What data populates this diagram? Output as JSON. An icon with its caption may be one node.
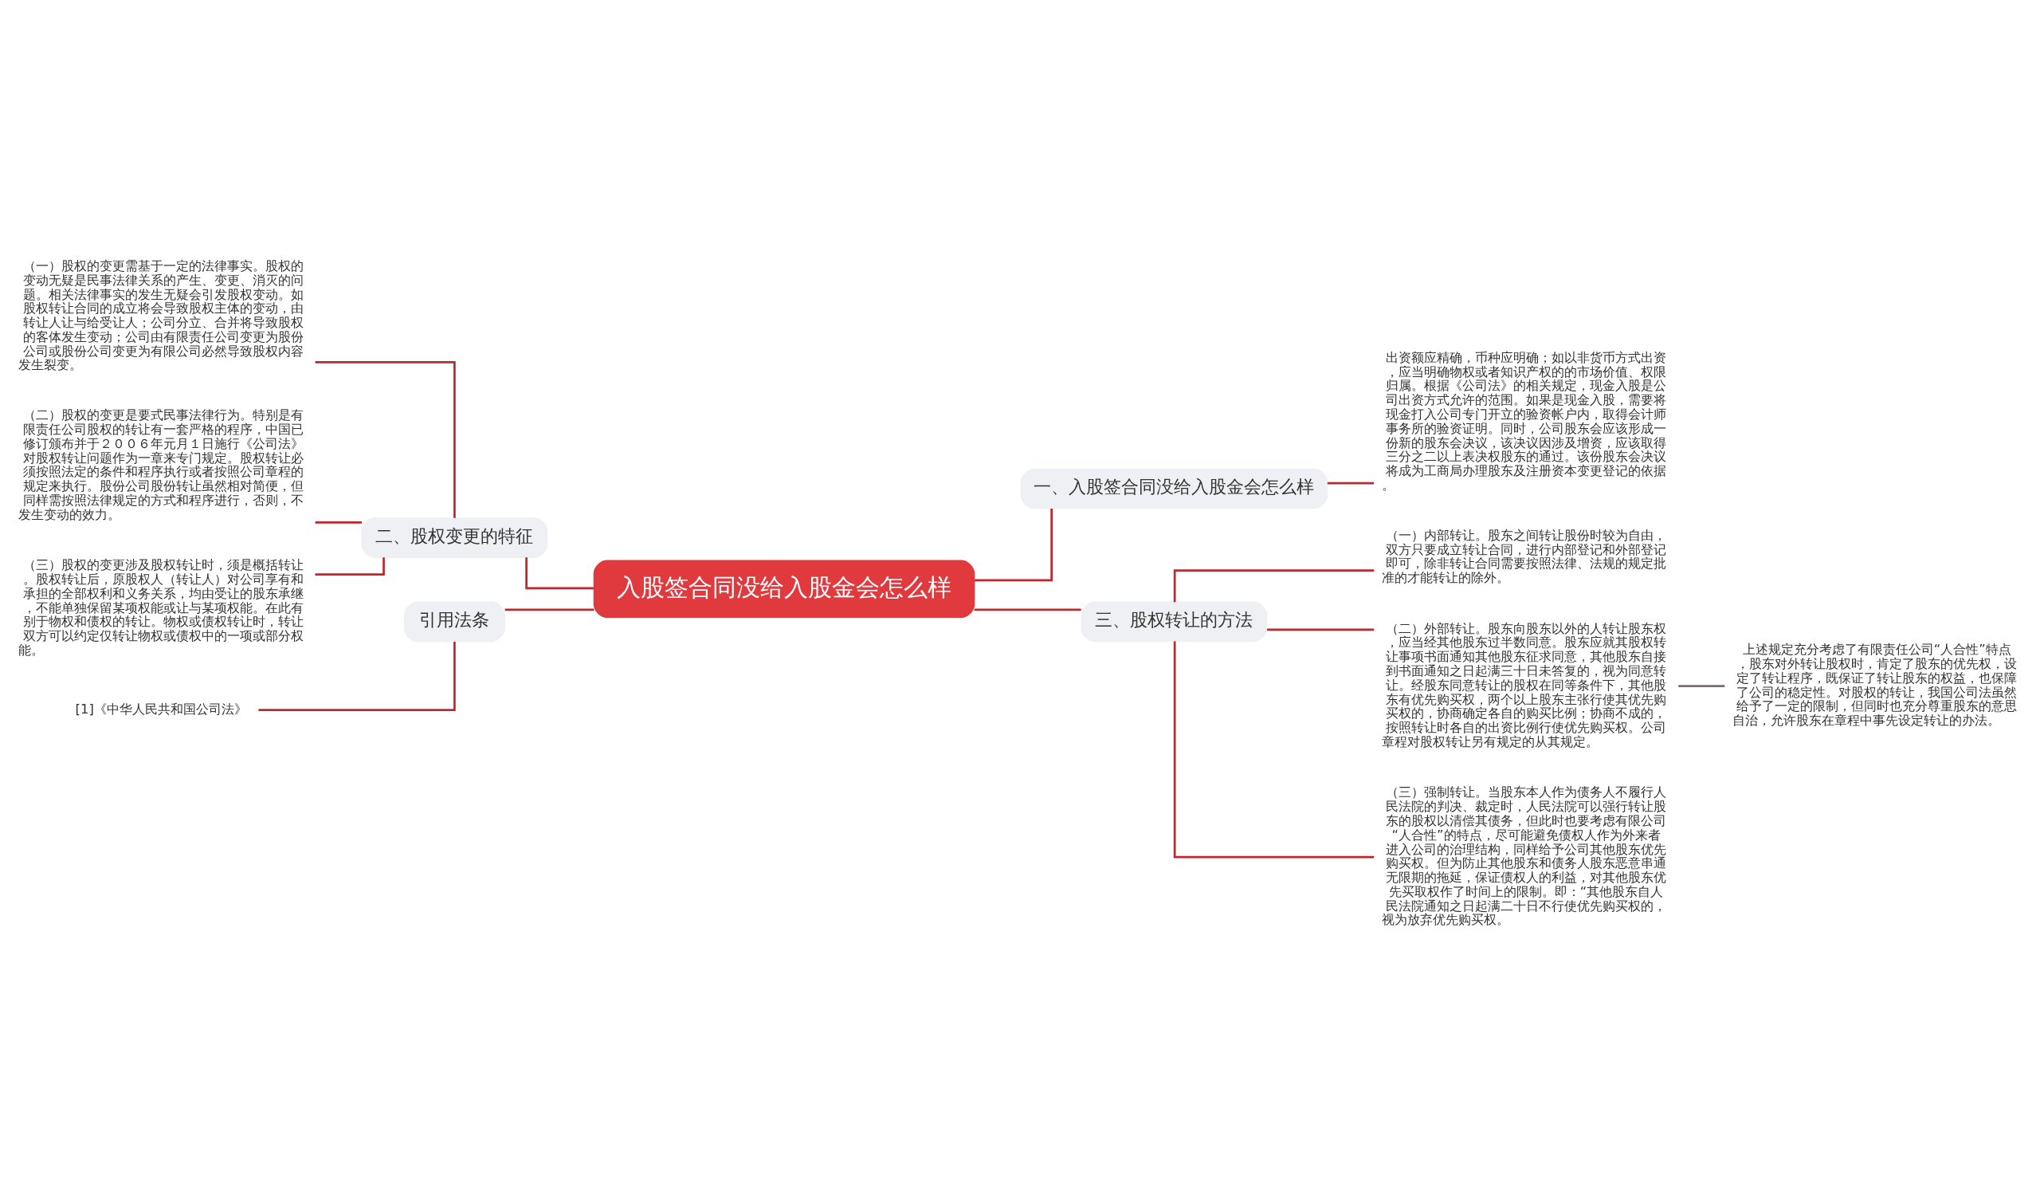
{
  "diagram": {
    "nodes": [
      {
        "text": [
          "入股签合同没给入股金会怎么样"
        ]
      },
      {
        "text": [
          "一、入股签合同没给入股金会怎么样"
        ]
      },
      {
        "text": [
          "出资额应精确，币种应明确；如以非货币方式出资，应当明确物权或者知识产权的的市场价值、权限归属。根据《公司法》的相关规定，现金入股是公司出资方式允许的范围。如果是现金入股，需要将现金打入公司专门开立的验资帐户内，取得会计师事务所的验资证明。同时，公司股东会应该形成一份新的股东会决议，该决议因涉及增资，应该取得三分之二以上表决权股东的通过。该份股东会决议将成为工商局办理股东及注册资本变更登记的依据。"
        ]
      },
      {
        "text": [
          "三、股权转让的方法"
        ]
      },
      {
        "text": [
          "（一）内部转让。股东之间转让股份时较为自由，双方只要成立转让合同，进行内部登记和外部登记即可，除非转让合同需要按照法律、法规的规定批准的才能转让的除外。"
        ]
      },
      {
        "text": [
          "（二）外部转让。股东向股东以外的人转让股东权，应当经其他股东过半数同意。股东应就其股权转让事项书面通知其他股东征求同意，其他股东自接到书面通知之日起满三十日未答复的，视为同意转让。经股东同意转让的股权在同等条件下，其他股东有优先购买权，两个以上股东主张行使其优先购买权的，协商确定各自的购买比例；协商不成的，按照转让时各自的出资比例行使优先购买权。公司章程对股权转让另有规定的从其规定。"
        ]
      },
      {
        "text": [
          "上述规定充分考虑了有限责任公司“人合性”特点，股东对外转让股权时，肯定了股东的优先权，设定了转让程序，既保证了转让股东的权益，也保障了公司的稳定性。对股权的转让，我国公司法虽然给予了一定的限制，但同时也充分尊重股东的意思自治，允许股东在章程中事先设定转让的办法。"
        ]
      },
      {
        "text": [
          "（三）强制转让。当股东本人作为债务人不履行人民法院的判决、裁定时，人民法院可以强行转让股东的股权以清偿其债务，但此时也要考虑有限公司“人合性”的特点，尽可能避免债权人作为外来者进入公司的治理结构，同样给予公司其他股东优先购买权。但为防止其他股东和债务人股东恶意串通无限期的拖延，保证债权人的利益，对其他股东优先买取权作了时间上的限制。即：“其他股东自人民法院通知之日起满二十日不行使优先购买权的，视为放弃优先购买权。"
        ]
      },
      {
        "text": [
          "二、股权变更的特征"
        ]
      },
      {
        "text": [
          "（一）股权的变更需基于一定的法律事实。股权的变动无疑是民事法律关系的产生、变更、消灭的问题。相关法律事实的发生无疑会引发股权变动。如股权转让合同的成立将会导致股权主体的变动，由转让人让与给受让人；公司分立、合并将导致股权的客体发生变动；公司由有限责任公司变更为股份公司或股份公司变更为有限公司必然导致股权内容发生裂变。"
        ]
      },
      {
        "text": [
          "（二）股权的变更是要式民事法律行为。特别是有限责任公司股权的转让有一套严格的程序，中国已修订颁布并于２００６年元月１日施行《公司法》对股权转让问题作为一章来专门规定。股权转让必须按照法定的条件和程序执行或者按照公司章程的规定来执行。股份公司股份转让虽然相对简便，但同样需按照法律规定的方式和程序进行，否则，不发生变动的效力。"
        ]
      },
      {
        "text": [
          "（三）股权的变更涉及股权转让时，须是概括转让。股权转让后，原股权人（转让人）对公司享有和承担的全部权利和义务关系，均由受让的股东承继，不能单独保留某项权能或让与某项权能。在此有别于物权和债权的转让。物权或债权转让时，转让双方可以约定仅转让物权或债权中的一项或部分权能。"
        ]
      },
      {
        "text": [
          "引用法条"
        ]
      },
      {
        "text": [
          "[1]《中华人民共和国公司法》"
        ]
      }
    ],
    "edges": [
      {
        "from": 0,
        "to": 1,
        "arrow": "none"
      },
      {
        "from": 1,
        "to": 2,
        "arrow": "none"
      },
      {
        "from": 0,
        "to": 3,
        "arrow": "none"
      },
      {
        "from": 3,
        "to": 4,
        "arrow": "none"
      },
      {
        "from": 3,
        "to": 5,
        "arrow": "none"
      },
      {
        "from": 5,
        "to": 6,
        "arrow": "none",
        "color": "#7d6b6b"
      },
      {
        "from": 3,
        "to": 7,
        "arrow": "none"
      },
      {
        "from": 0,
        "to": 8,
        "arrow": "none"
      },
      {
        "from": 8,
        "to": 9,
        "arrow": "none"
      },
      {
        "from": 8,
        "to": 10,
        "arrow": "none"
      },
      {
        "from": 8,
        "to": 11,
        "arrow": "none"
      },
      {
        "from": 0,
        "to": 12,
        "arrow": "none"
      },
      {
        "from": 12,
        "to": 13,
        "arrow": "none"
      }
    ]
  }
}
